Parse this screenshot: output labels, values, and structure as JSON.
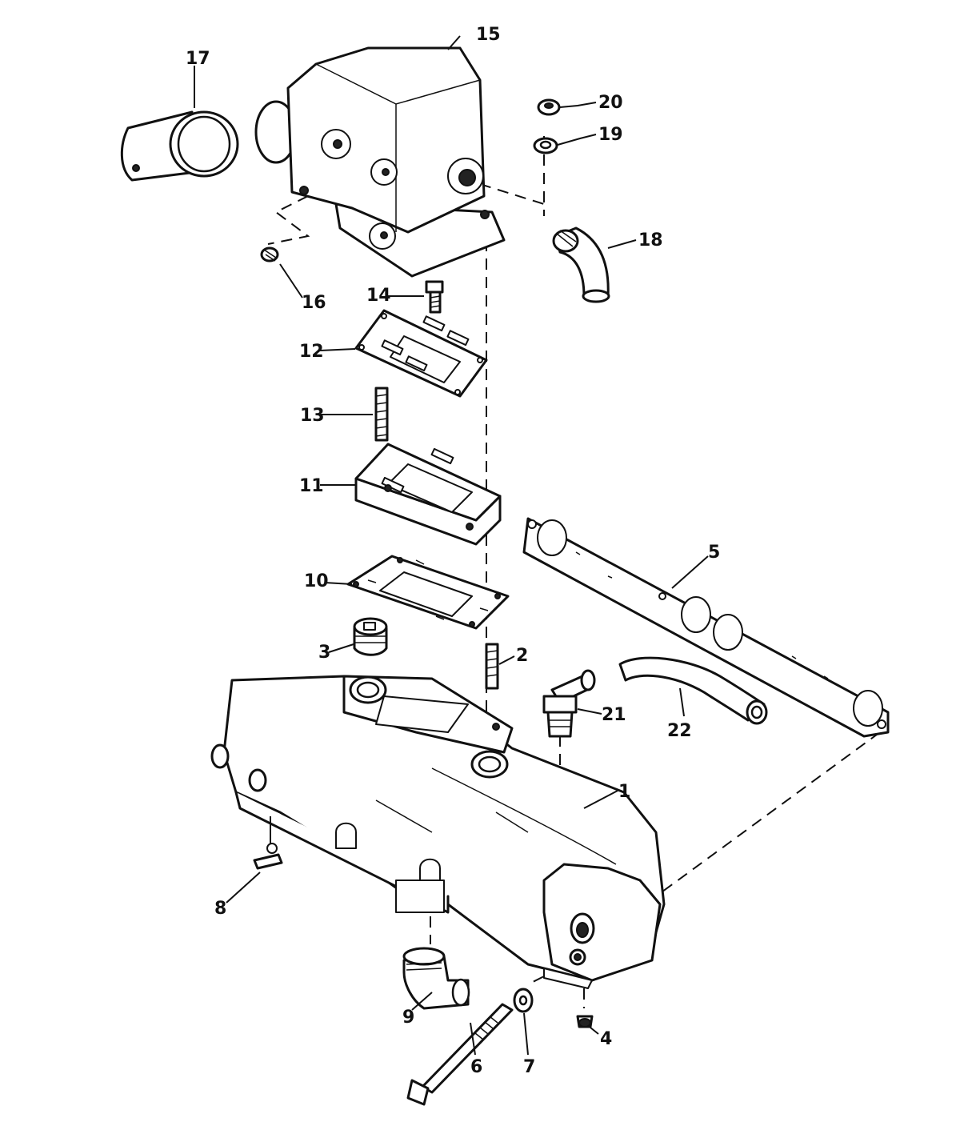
{
  "callouts": [
    {
      "label": "1"
    },
    {
      "label": "2"
    },
    {
      "label": "3"
    },
    {
      "label": "4"
    },
    {
      "label": "5"
    },
    {
      "label": "6"
    },
    {
      "label": "7"
    },
    {
      "label": "8"
    },
    {
      "label": "9"
    },
    {
      "label": "10"
    },
    {
      "label": "11"
    },
    {
      "label": "12"
    },
    {
      "label": "13"
    },
    {
      "label": "14"
    },
    {
      "label": "15"
    },
    {
      "label": "16"
    },
    {
      "label": "17"
    },
    {
      "label": "18"
    },
    {
      "label": "19"
    },
    {
      "label": "20"
    },
    {
      "label": "21"
    },
    {
      "label": "22"
    }
  ]
}
